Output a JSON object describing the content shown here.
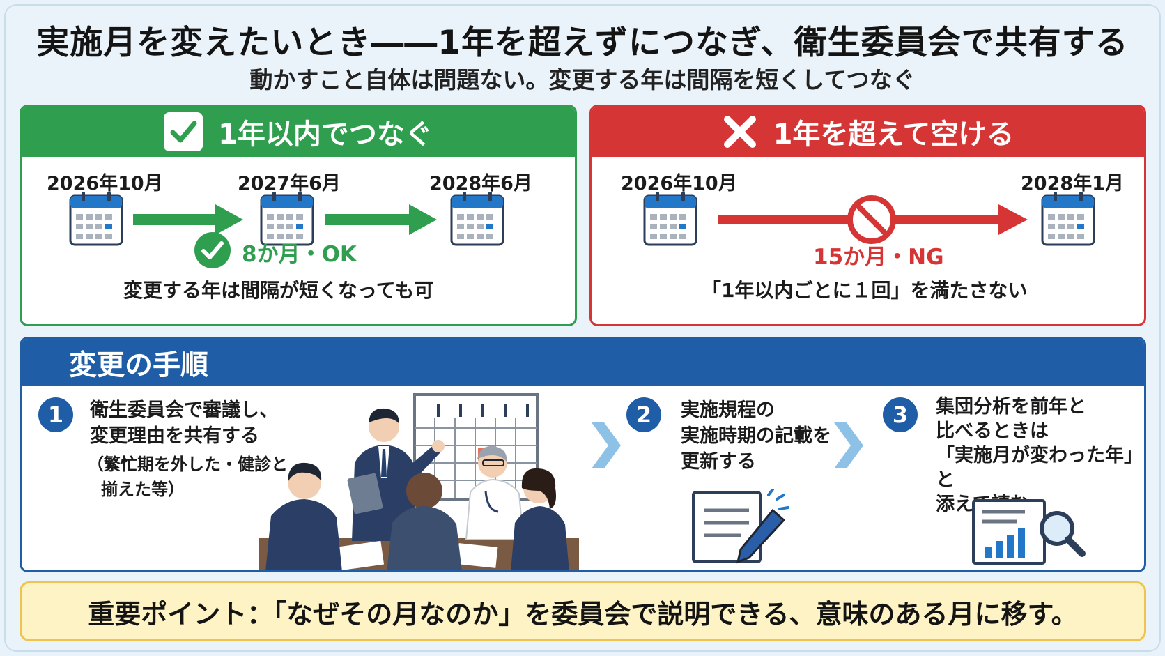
{
  "title": "実施月を変えたいとき――1年を超えずにつなぎ、衛生委員会で共有する",
  "subtitle": "動かすこと自体は問題ない。変更する年は間隔を短くしてつなぐ",
  "ok_panel": {
    "header": "1年以内でつなぐ",
    "dates": [
      "2026年10月",
      "2027年6月",
      "2028年6月"
    ],
    "badge": "8か月・OK",
    "note": "変更する年は間隔が短くなっても可"
  },
  "ng_panel": {
    "header": "1年を超えて空ける",
    "dates": [
      "2026年10月",
      "2028年1月"
    ],
    "badge": "15か月・NG",
    "note": "「1年以内ごとに１回」を満たさない"
  },
  "steps": {
    "header": "変更の手順",
    "items": [
      {
        "num": "1",
        "lines": [
          "衛生委員会で審議し、",
          "変更理由を共有する"
        ],
        "sub_lines": [
          "（繁忙期を外した・健診と",
          "揃えた等）"
        ]
      },
      {
        "num": "2",
        "lines": [
          "実施規程の",
          "実施時期の記載を",
          "更新する"
        ]
      },
      {
        "num": "3",
        "lines": [
          "集団分析を前年と",
          "比べるときは",
          "「実施月が変わった年」と",
          "添えて読む"
        ]
      }
    ]
  },
  "point": "重要ポイント：「なぜその月なのか」を委員会で説明できる、意味のある月に移す。",
  "colors": {
    "ok": "#2f9e4f",
    "ng": "#d63535",
    "steps": "#1f5ea6",
    "point_bg": "#fdf3c4",
    "point_border": "#efc34f"
  }
}
